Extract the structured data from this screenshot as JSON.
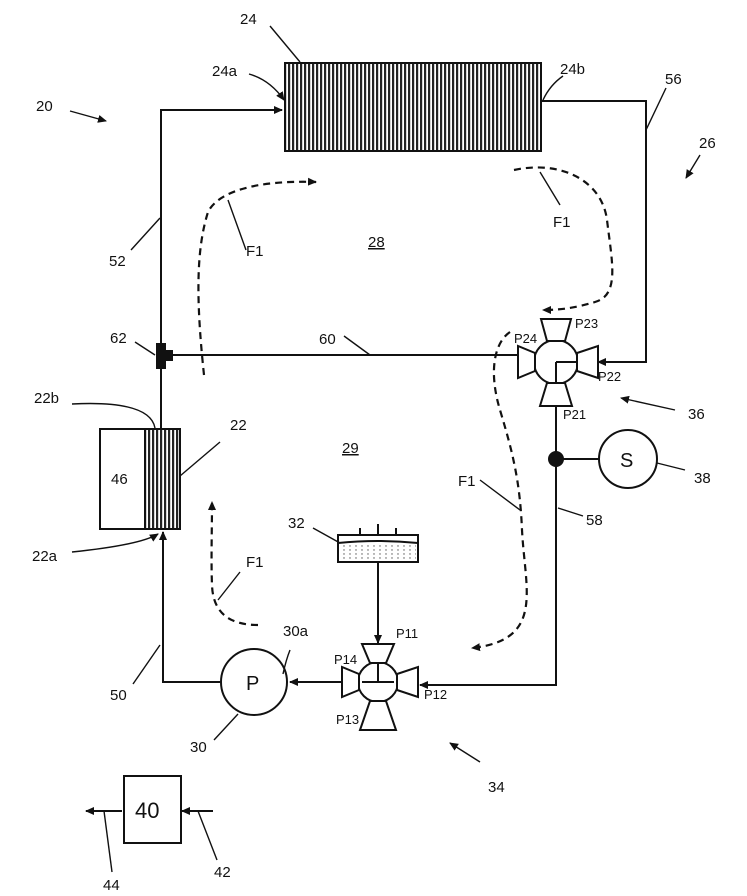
{
  "labels": {
    "system": "20",
    "radiator": "24",
    "radiator_inlet": "24a",
    "radiator_outlet": "24b",
    "line_56": "56",
    "circuit_26": "26",
    "loop_28": "28",
    "loop_29": "29",
    "line_52": "52",
    "tee": "62",
    "bypass": "60",
    "heat_exchanger_outlet": "22b",
    "heat_exchanger": "22",
    "component_46": "46",
    "heat_exchanger_inlet": "22a",
    "reservoir": "32",
    "line_50": "50",
    "pump": "30",
    "pump_outlet": "30a",
    "pump_symbol": "P",
    "valve_group_34": "34",
    "valve_group_36": "36",
    "sensor": "38",
    "sensor_symbol": "S",
    "line_58": "58",
    "controller": "40",
    "output": "44",
    "input": "42",
    "flow_1": "F1",
    "flow_2": "F1",
    "flow_3": "F1",
    "flow_4": "F1"
  },
  "valve_lower": {
    "p11": "P11",
    "p12": "P12",
    "p13": "P13",
    "p14": "P14"
  },
  "valve_upper": {
    "p21": "P21",
    "p22": "P22",
    "p23": "P23",
    "p24": "P24"
  }
}
